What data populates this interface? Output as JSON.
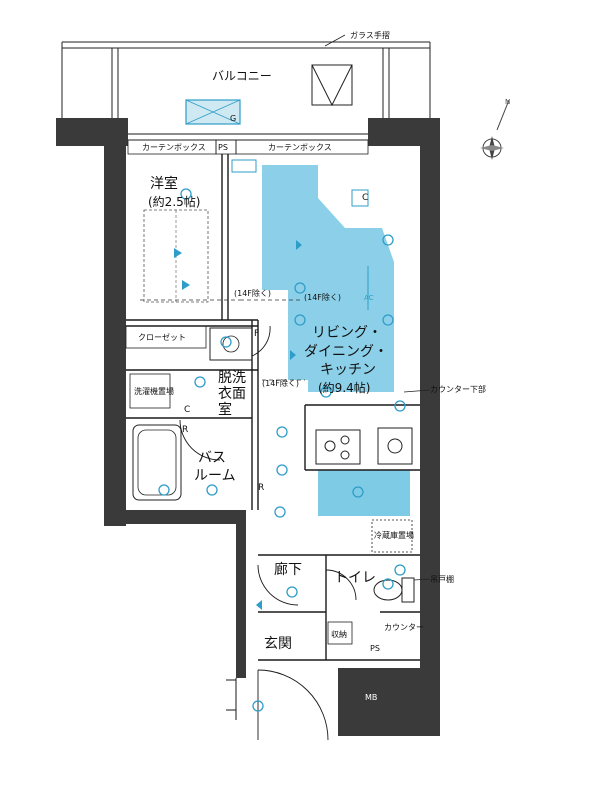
{
  "labels": {
    "glass_railing": "ガラス手摺",
    "balcony": "バルコニー",
    "curtain_box_left": "カーテンボックス",
    "curtain_box_right": "カーテンボックス",
    "ps_top": "PS",
    "western_room": "洋室",
    "western_room_size": "(約2.5帖)",
    "closet": "クローゼット",
    "ceiling_note_left": "(14F除く)",
    "ceiling_note_right": "(14F除く)",
    "ceiling_note_bottom": "(14F除く)",
    "living_line1": "リビング・",
    "living_line2": "ダイニング・",
    "living_line3": "キッチン",
    "living_size": "(約9.4帖)",
    "counter_top": "カウンター下部",
    "washroom_line1": "脱洗",
    "washroom_line2": "衣面",
    "washroom_line3": "室",
    "laundry": "洗濯機置場",
    "bathroom_line1": "バス",
    "bathroom_line2": "ルーム",
    "fridge": "冷蔵庫置場",
    "corridor": "廊下",
    "toilet": "トイレ",
    "hanging_cabinet": "吊戸棚",
    "counter_bottom": "カウンター",
    "storage": "収納",
    "entrance": "玄関",
    "ps_bottom": "PS",
    "mb": "MB",
    "marker_r": "R",
    "marker_c": "C",
    "marker_f": "F",
    "marker_g": "G",
    "marker_ac": "AC"
  },
  "colors": {
    "wall": "#3a3a3a",
    "line": "#1a1a1a",
    "highlight": "#7ecbe6",
    "icon": "#2e9dc8"
  },
  "icons": [
    "compass-icon",
    "light-icon",
    "outlet-icon",
    "gas-stove-icon",
    "sink-icon",
    "bathtub-icon",
    "toilet-icon",
    "aircon-icon"
  ]
}
